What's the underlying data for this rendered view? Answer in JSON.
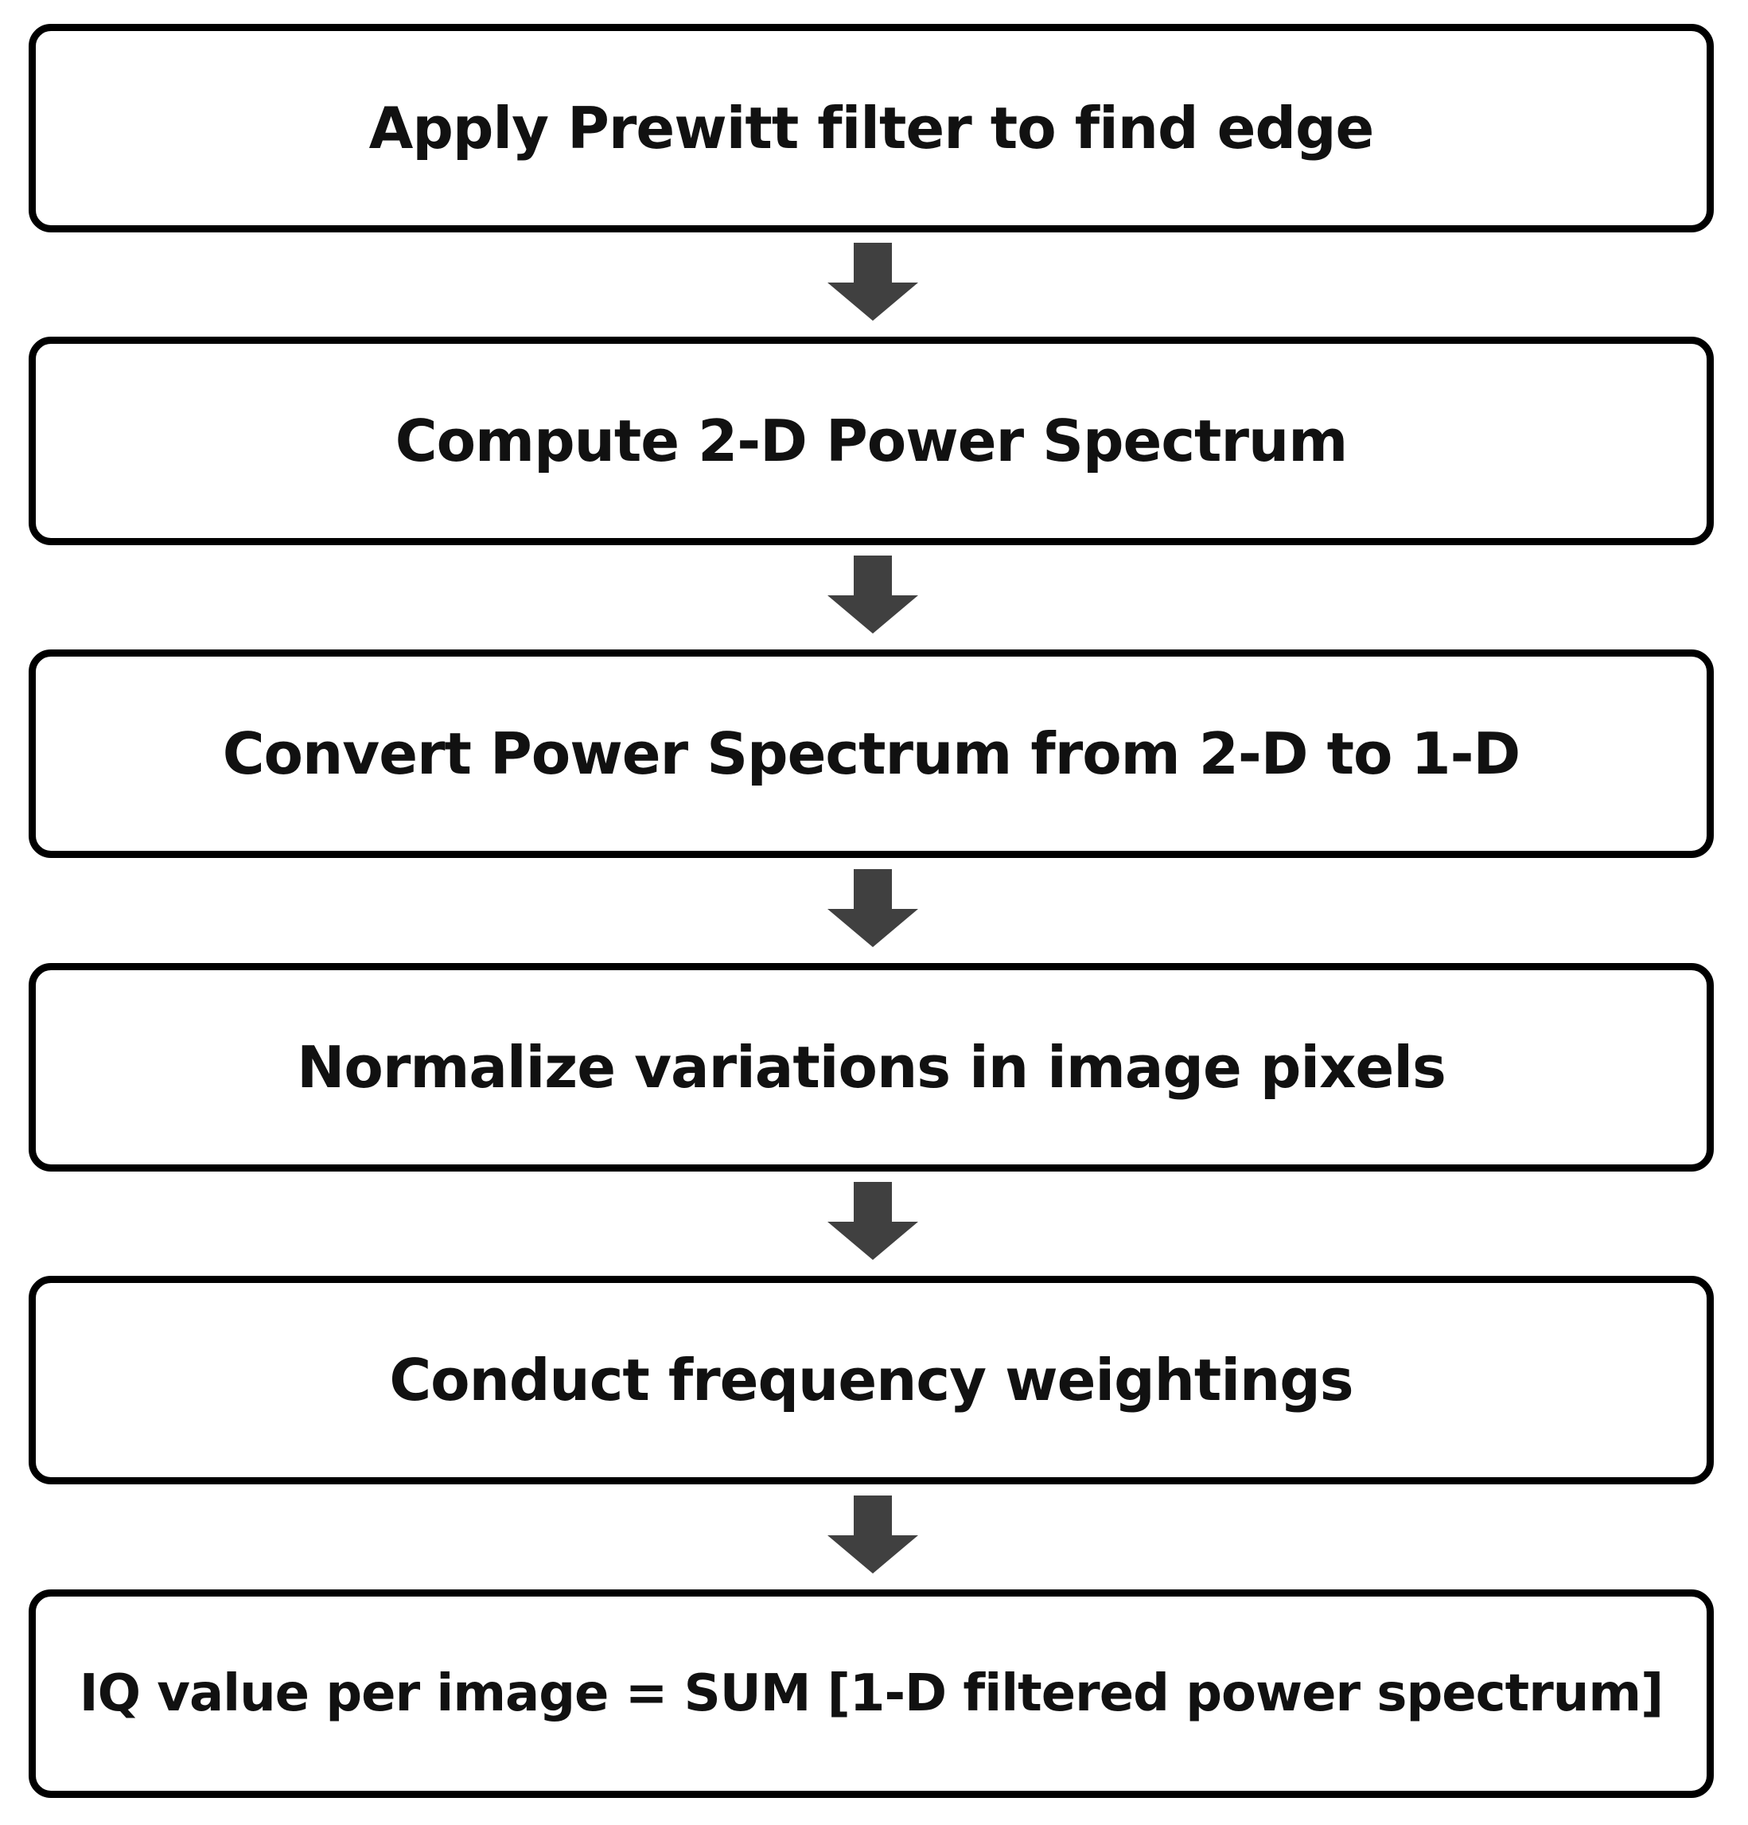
{
  "steps": [
    {
      "label": "Apply Prewitt filter to find edge"
    },
    {
      "label": "Compute 2-D Power Spectrum"
    },
    {
      "label": "Convert Power Spectrum from 2-D to 1-D"
    },
    {
      "label": "Normalize variations in image pixels"
    },
    {
      "label": "Conduct frequency weightings"
    },
    {
      "label": "IQ value per image = SUM [1-D filtered power spectrum]"
    }
  ],
  "colors": {
    "box_border": "#000000",
    "text": "#111111",
    "arrow": "#404040",
    "background": "#ffffff"
  },
  "icons": {
    "connector": "down-arrow-icon"
  }
}
